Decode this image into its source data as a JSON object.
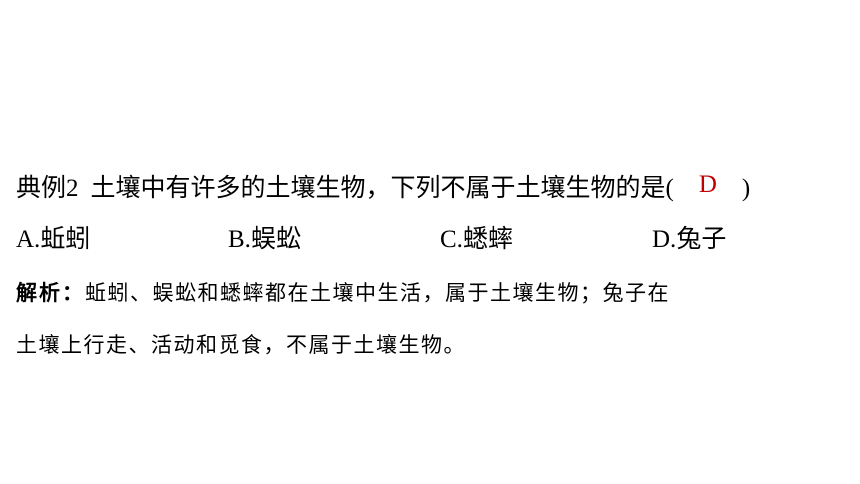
{
  "question": {
    "label": "典例",
    "number": "2",
    "text": "土壤中有许多的土壤生物，下列不属于土壤生物的是",
    "open_paren": "(",
    "answer": "D",
    "close_paren": ")"
  },
  "options": [
    {
      "letter": "A.",
      "text": "蚯蚓"
    },
    {
      "letter": "B.",
      "text": "蜈蚣"
    },
    {
      "letter": "C.",
      "text": "蟋蟀"
    },
    {
      "letter": "D.",
      "text": "兔子"
    }
  ],
  "analysis": {
    "label": "解析：",
    "line1": "蚯蚓、蜈蚣和蟋蟀都在土壤中生活，属于土壤生物；兔子在",
    "line2": "土壤上行走、活动和觅食，不属于土壤生物。"
  },
  "colors": {
    "answer": "#c00000",
    "text": "#000000",
    "background": "#ffffff"
  }
}
